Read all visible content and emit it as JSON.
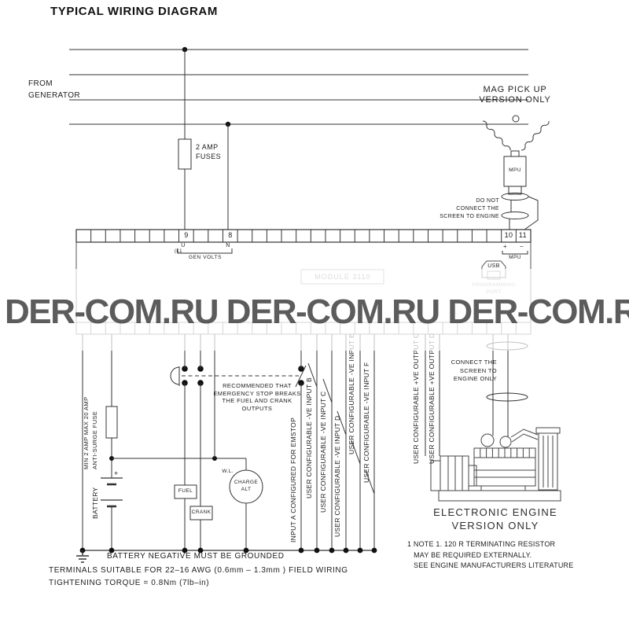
{
  "title": "TYPICAL WIRING DIAGRAM",
  "watermark": {
    "text": "DER-COM.RU DER-COM.RU DER-COM.RU",
    "color": "#464646"
  },
  "top": {
    "from_generator": "FROM\nGENERATOR",
    "fuses_label": "2 AMP\nFUSES",
    "mag_pickup": "MAG PICK UP\nVERSION ONLY",
    "mpu_sensor_label": "MPU",
    "screen_warning": "DO NOT\nCONNECT THE\nSCREEN TO ENGINE"
  },
  "module": {
    "name": "MODULE 3110",
    "terminals": [
      {
        "number": "9"
      },
      {
        "number": "8"
      },
      {
        "number": "10"
      },
      {
        "number": "11"
      }
    ],
    "u": "U",
    "l1": "(L1",
    "n": "N",
    "gen_volts": "GEN VOLTS",
    "mpu_plus": "+",
    "mpu_minus": "−",
    "mpu_label": "MPU",
    "usb_label": "USB",
    "usb_port": "PROGRAMMING\nPORT"
  },
  "left": {
    "fuse_note": "MIN 2 AMP MAX 20 AMP\nANTI-SURGE FUSE",
    "battery_label": "BATTERY",
    "battery_plus": "+",
    "fuel": "FUEL",
    "crank": "CRANK",
    "wl": "W.L.",
    "charge_alt": "CHARGE\nALT",
    "estop_note": "RECOMMENDED THAT\nEMERGENCY STOP BREAKS\nTHE FUEL AND CRANK\nOUTPUTS"
  },
  "inputs": [
    {
      "label": "INPUT A CONFIGURED FOR EMSTOP"
    },
    {
      "label": "USER CONFIGURABLE -VE INPUT B"
    },
    {
      "label": "USER CONFIGURABLE -VE INPUT C"
    },
    {
      "label": "USER CONFIGURABLE -VE INPUT D"
    },
    {
      "label": "USER CONFIGURABLE -VE INPUT E"
    },
    {
      "label": "USER CONFIGURABLE -VE INPUT F"
    }
  ],
  "right": {
    "outputs": [
      {
        "label": "USER CONFIGURABLE +VE OUTPUT C"
      },
      {
        "label": "USER CONFIGURABLE +VE OUTPUT D"
      }
    ],
    "screen_note": "CONNECT THE\nSCREEN TO\nENGINE ONLY",
    "engine_caption": "ELECTRONIC ENGINE\nVERSION ONLY",
    "note": "1 NOTE 1. 120 R TERMINATING RESISTOR\n   MAY BE REQUIRED EXTERNALLY.\n   SEE ENGINE MANUFACTURERS LITERATURE"
  },
  "footer": {
    "ground": "BATTERY NEGATIVE MUST BE GROUNDED",
    "terminals": "TERMINALS SUITABLE FOR 22–16 AWG (0.6mm – 1.3mm ) FIELD WIRING",
    "torque": "TIGHTENING TORQUE = 0.8Nm (7lb–in)"
  }
}
